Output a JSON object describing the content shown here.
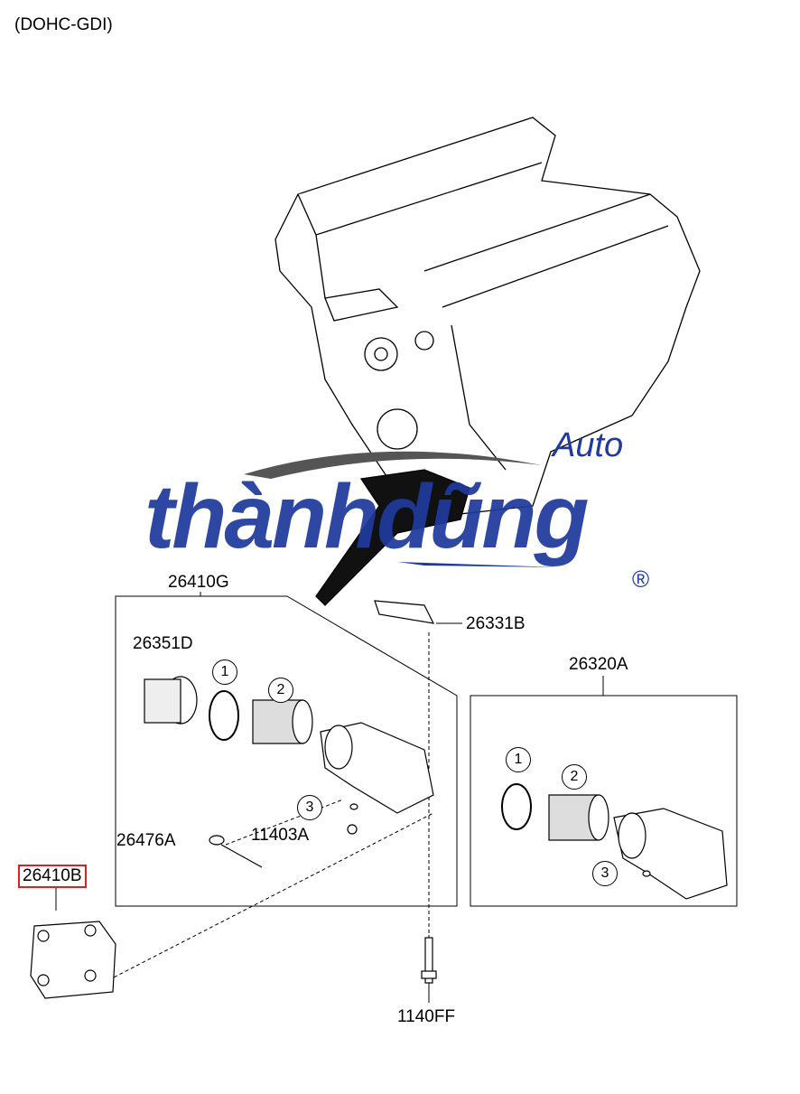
{
  "header": {
    "variant": "(DOHC-GDI)"
  },
  "parts": {
    "p26410G": "26410G",
    "p26331B": "26331B",
    "p26351D": "26351D",
    "p26320A": "26320A",
    "p26476A": "26476A",
    "p11403A": "11403A",
    "p26410B": "26410B",
    "p1140FF": "1140FF"
  },
  "callouts": {
    "c1": "1",
    "c2": "2",
    "c3": "3"
  },
  "highlight": {
    "part": "26410B",
    "color": "#e02020"
  },
  "watermark": {
    "brand": "thànhdũng",
    "sub": "Auto",
    "mark": "®",
    "color": "#1f3a9c"
  }
}
